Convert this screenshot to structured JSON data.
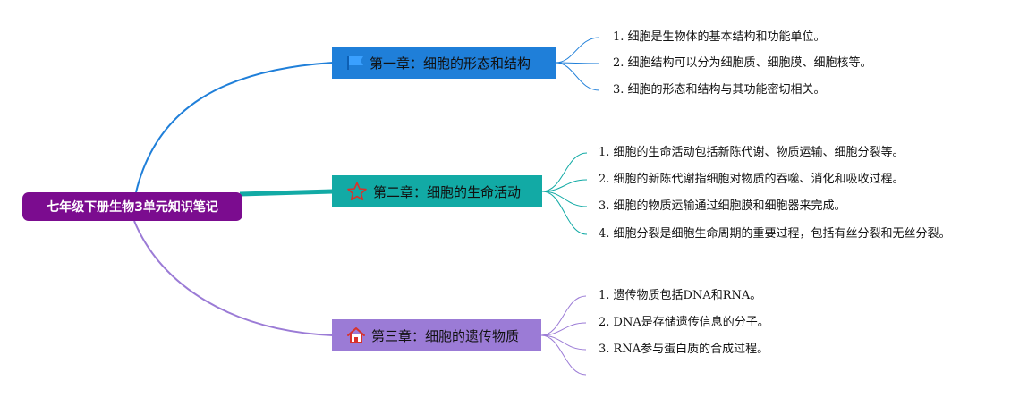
{
  "root": {
    "label": "七年级下册生物3单元知识笔记",
    "color": "#7b0c8f"
  },
  "chapters": [
    {
      "label": "第一章：细胞的形态和结构",
      "icon": "flag-icon",
      "color": "#1f7fd9",
      "items": [
        "1. 细胞是生物体的基本结构和功能单位。",
        "2. 细胞结构可以分为细胞质、细胞膜、细胞核等。",
        "3. 细胞的形态和结构与其功能密切相关。"
      ]
    },
    {
      "label": "第二章：细胞的生命活动",
      "icon": "star-icon",
      "color": "#12aaa5",
      "items": [
        "1. 细胞的生命活动包括新陈代谢、物质运输、细胞分裂等。",
        "2. 细胞的新陈代谢指细胞对物质的吞噬、消化和吸收过程。",
        "3. 细胞的物质运输通过细胞膜和细胞器来完成。",
        "4. 细胞分裂是细胞生命周期的重要过程，包括有丝分裂和无丝分裂。"
      ]
    },
    {
      "label": "第三章：细胞的遗传物质",
      "icon": "home-icon",
      "color": "#9b7bd6",
      "items": [
        "1. 遗传物质包括DNA和RNA。",
        "2. DNA是存储遗传信息的分子。",
        "3. RNA参与蛋白质的合成过程。"
      ]
    }
  ]
}
